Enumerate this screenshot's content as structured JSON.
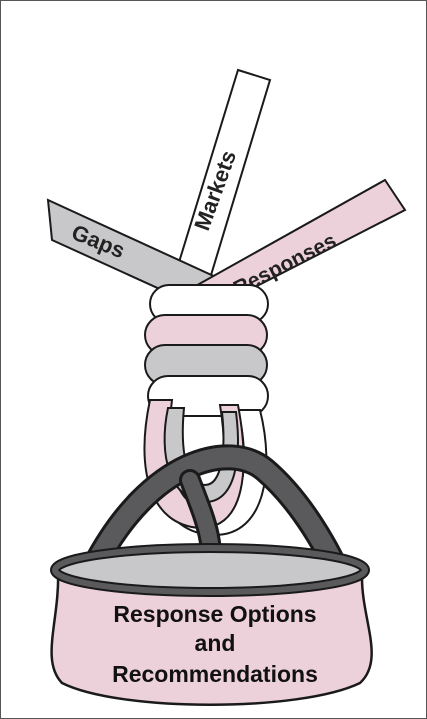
{
  "ribbons": [
    {
      "label": "Markets",
      "color": "#ffffff"
    },
    {
      "label": "Gaps",
      "color": "#c8c8ca"
    },
    {
      "label": "Responses",
      "color": "#ecd0da"
    }
  ],
  "pot": {
    "lines": [
      "Response Options",
      "and",
      "Recommendations"
    ],
    "color": "#ecd0da",
    "rim_color": "#5a5a5c"
  },
  "colors": {
    "outline": "#1a1a1a",
    "gray": "#c8c8ca",
    "pink": "#ecd0da",
    "white": "#ffffff",
    "dark": "#5a5a5c"
  }
}
